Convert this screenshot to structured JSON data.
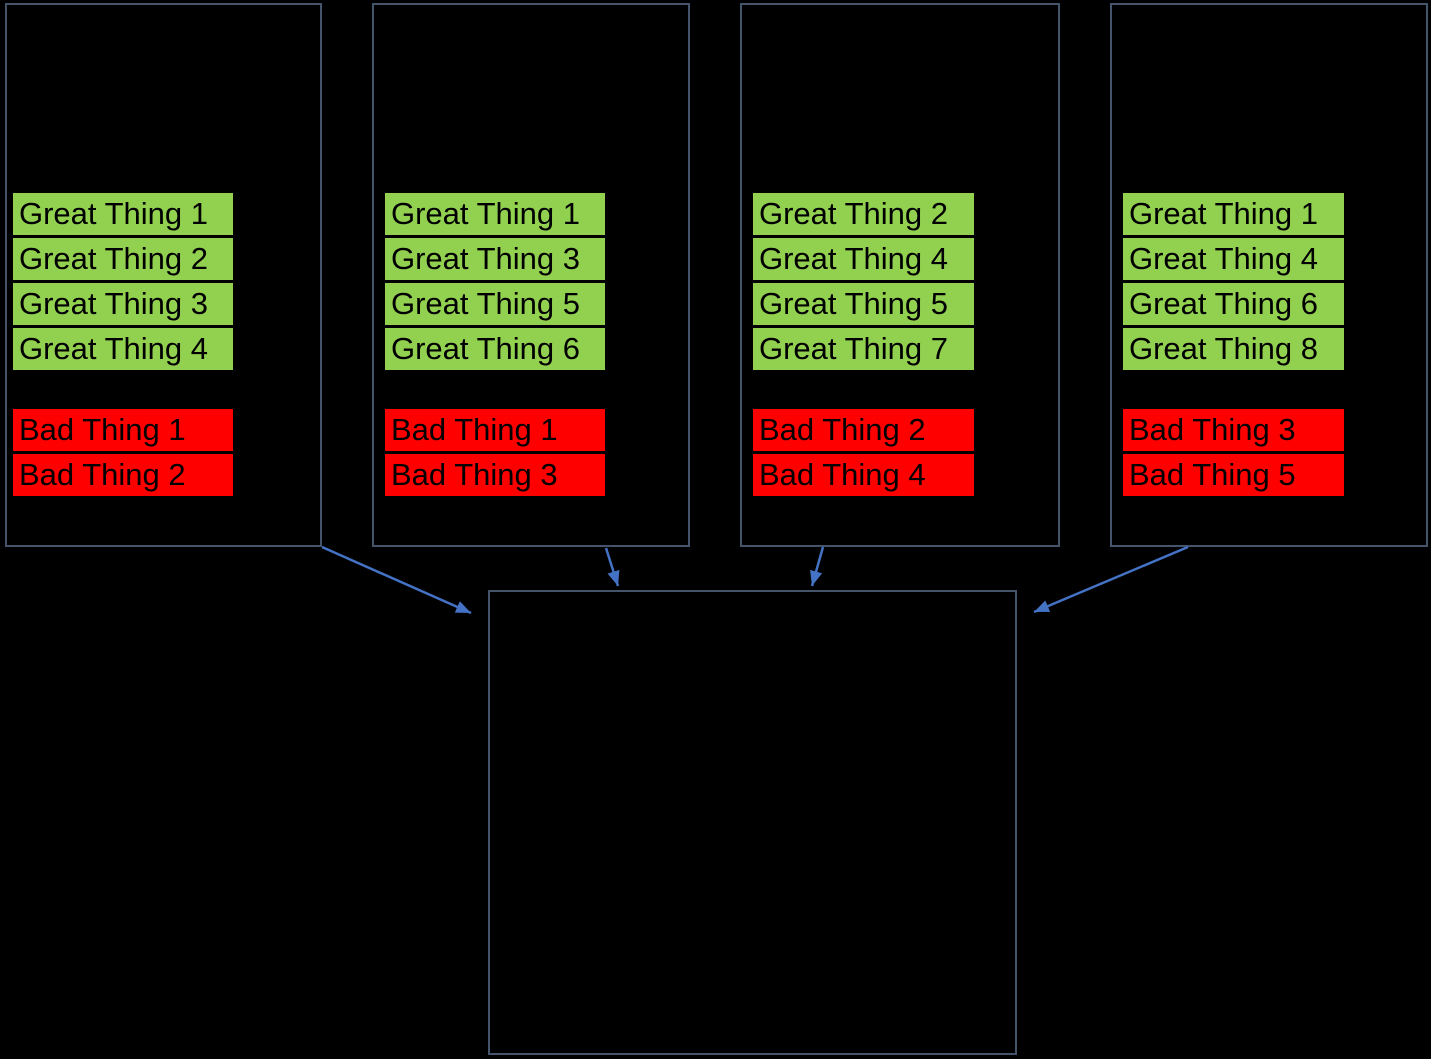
{
  "colors": {
    "background": "#000000",
    "box_border": "#44546A",
    "great_fill": "#92D050",
    "bad_fill": "#FF0000",
    "arrow": "#4472C4",
    "label_text": "#000000"
  },
  "columns": [
    {
      "great": [
        "Great Thing 1",
        "Great Thing 2",
        "Great Thing 3",
        "Great Thing 4"
      ],
      "bad": [
        "Bad Thing 1",
        "Bad Thing 2"
      ]
    },
    {
      "great": [
        "Great Thing 1",
        "Great Thing 3",
        "Great Thing 5",
        "Great Thing 6"
      ],
      "bad": [
        "Bad Thing 1",
        "Bad Thing 3"
      ]
    },
    {
      "great": [
        "Great Thing 2",
        "Great Thing 4",
        "Great Thing 5",
        "Great Thing 7"
      ],
      "bad": [
        "Bad Thing 2",
        "Bad Thing 4"
      ]
    },
    {
      "great": [
        "Great Thing 1",
        "Great Thing 4",
        "Great Thing 6",
        "Great Thing 8"
      ],
      "bad": [
        "Bad Thing 3",
        "Bad Thing 5"
      ]
    }
  ]
}
